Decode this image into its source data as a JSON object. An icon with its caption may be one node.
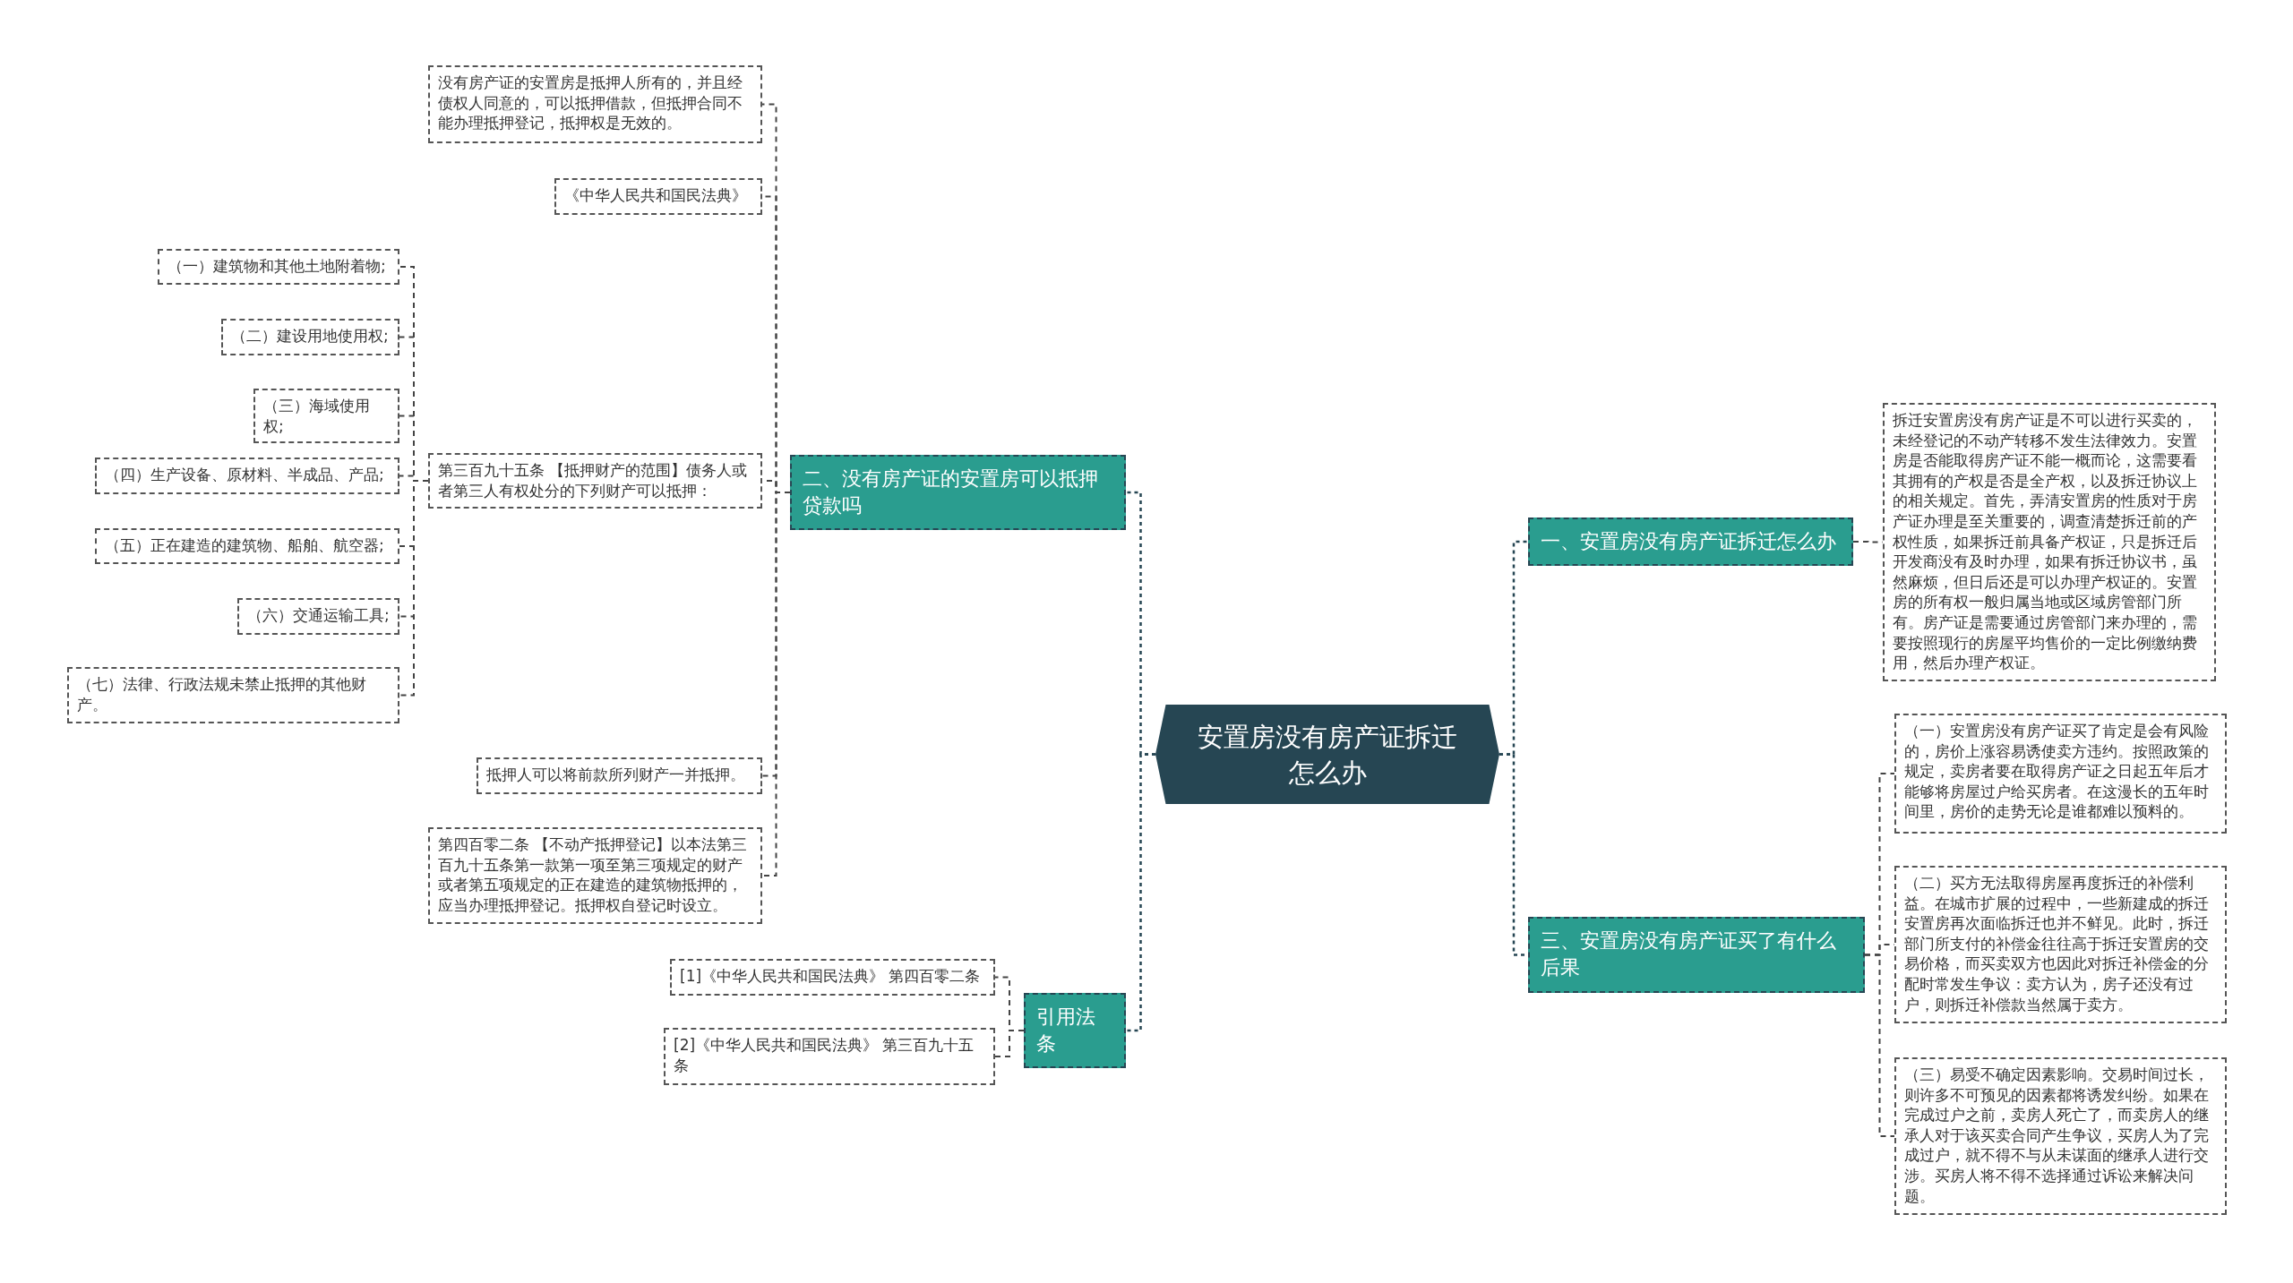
{
  "diagram": {
    "nodes": [
      {
        "text": [
          "安置房没有房产证拆迁怎么办"
        ]
      },
      {
        "text": [
          "一、安置房没有房产证拆迁怎么办"
        ]
      },
      {
        "text": [
          "拆迁安置房没有房产证是不可以进行买卖的，未经登记的不动产转移不发生法律效力。安置房是否能取得房产证不能一概而论，这需要看其拥有的产权是否是全产权，以及拆迁协议上的相关规定。首先，弄清安置房的性质对于房产证办理是至关重要的，调查清楚拆迁前的产权性质，如果拆迁前具备产权证，只是拆迁后开发商没有及时办理，如果有拆迁协议书，虽然麻烦，但日后还是可以办理产权证的。安置房的所有权一般归属当地或区域房管部门所有。房产证是需要通过房管部门来办理的，需要按照现行的房屋平均售价的一定比例缴纳费用，然后办理产权证。"
        ]
      },
      {
        "text": [
          "三、安置房没有房产证买了有什么后果"
        ]
      },
      {
        "text": [
          "（一）安置房没有房产证买了肯定是会有风险的，房价上涨容易诱使卖方违约。按照政策的规定，卖房者要在取得房产证之日起五年后才能够将房屋过户给买房者。在这漫长的五年时间里，房价的走势无论是谁都难以预料的。"
        ]
      },
      {
        "text": [
          "（二）买方无法取得房屋再度拆迁的补偿利益。在城市扩展的过程中，一些新建成的拆迁安置房再次面临拆迁也并不鲜见。此时，拆迁部门所支付的补偿金往往高于拆迁安置房的交易价格，而买卖双方也因此对拆迁补偿金的分配时常发生争议：卖方认为，房子还没有过户，则拆迁补偿款当然属于卖方。"
        ]
      },
      {
        "text": [
          "（三）易受不确定因素影响。交易时间过长，则许多不可预见的因素都将诱发纠纷。如果在完成过户之前，卖房人死亡了，而卖房人的继承人对于该买卖合同产生争议，买房人为了完成过户，就不得不与从未谋面的继承人进行交涉。买房人将不得不选择通过诉讼来解决问题。"
        ]
      },
      {
        "text": [
          "二、没有房产证的安置房可以抵押贷款吗"
        ]
      },
      {
        "text": [
          "没有房产证的安置房是抵押人所有的，并且经债权人同意的，可以抵押借款，但抵押合同不能办理抵押登记，抵押权是无效的。"
        ]
      },
      {
        "text": [
          "《中华人民共和国民法典》"
        ]
      },
      {
        "text": [
          "第三百九十五条 【抵押财产的范围】债务人或者第三人有权处分的下列财产可以抵押："
        ]
      },
      {
        "text": [
          "（一）建筑物和其他土地附着物;"
        ]
      },
      {
        "text": [
          "（二）建设用地使用权;"
        ]
      },
      {
        "text": [
          "（三）海域使用权;"
        ]
      },
      {
        "text": [
          "（四）生产设备、原材料、半成品、产品;"
        ]
      },
      {
        "text": [
          "（五）正在建造的建筑物、船舶、航空器;"
        ]
      },
      {
        "text": [
          "（六）交通运输工具;"
        ]
      },
      {
        "text": [
          "（七）法律、行政法规未禁止抵押的其他财产。"
        ]
      },
      {
        "text": [
          "抵押人可以将前款所列财产一并抵押。"
        ]
      },
      {
        "text": [
          "第四百零二条 【不动产抵押登记】以本法第三百九十五条第一款第一项至第三项规定的财产或者第五项规定的正在建造的建筑物抵押的，应当办理抵押登记。抵押权自登记时设立。"
        ]
      },
      {
        "text": [
          "引用法条"
        ]
      },
      {
        "text": [
          "[1]《中华人民共和国民法典》 第四百零二条"
        ]
      },
      {
        "text": [
          "[2]《中华人民共和国民法典》 第三百九十五条"
        ]
      }
    ],
    "edges": [
      {
        "from": 0,
        "to": 1,
        "arrow": "none"
      },
      {
        "from": 1,
        "to": 2,
        "arrow": "none"
      },
      {
        "from": 0,
        "to": 3,
        "arrow": "none"
      },
      {
        "from": 3,
        "to": 4,
        "arrow": "none"
      },
      {
        "from": 3,
        "to": 5,
        "arrow": "none"
      },
      {
        "from": 3,
        "to": 6,
        "arrow": "none"
      },
      {
        "from": 0,
        "to": 7,
        "arrow": "none"
      },
      {
        "from": 7,
        "to": 8,
        "arrow": "none"
      },
      {
        "from": 7,
        "to": 9,
        "arrow": "none"
      },
      {
        "from": 7,
        "to": 10,
        "arrow": "none"
      },
      {
        "from": 10,
        "to": 11,
        "arrow": "none"
      },
      {
        "from": 10,
        "to": 12,
        "arrow": "none"
      },
      {
        "from": 10,
        "to": 13,
        "arrow": "none"
      },
      {
        "from": 10,
        "to": 14,
        "arrow": "none"
      },
      {
        "from": 10,
        "to": 15,
        "arrow": "none"
      },
      {
        "from": 10,
        "to": 16,
        "arrow": "none"
      },
      {
        "from": 10,
        "to": 17,
        "arrow": "none"
      },
      {
        "from": 7,
        "to": 18,
        "arrow": "none"
      },
      {
        "from": 7,
        "to": 19,
        "arrow": "none"
      },
      {
        "from": 0,
        "to": 20,
        "arrow": "none"
      },
      {
        "from": 20,
        "to": 21,
        "arrow": "none"
      },
      {
        "from": 20,
        "to": 22,
        "arrow": "none"
      }
    ]
  }
}
